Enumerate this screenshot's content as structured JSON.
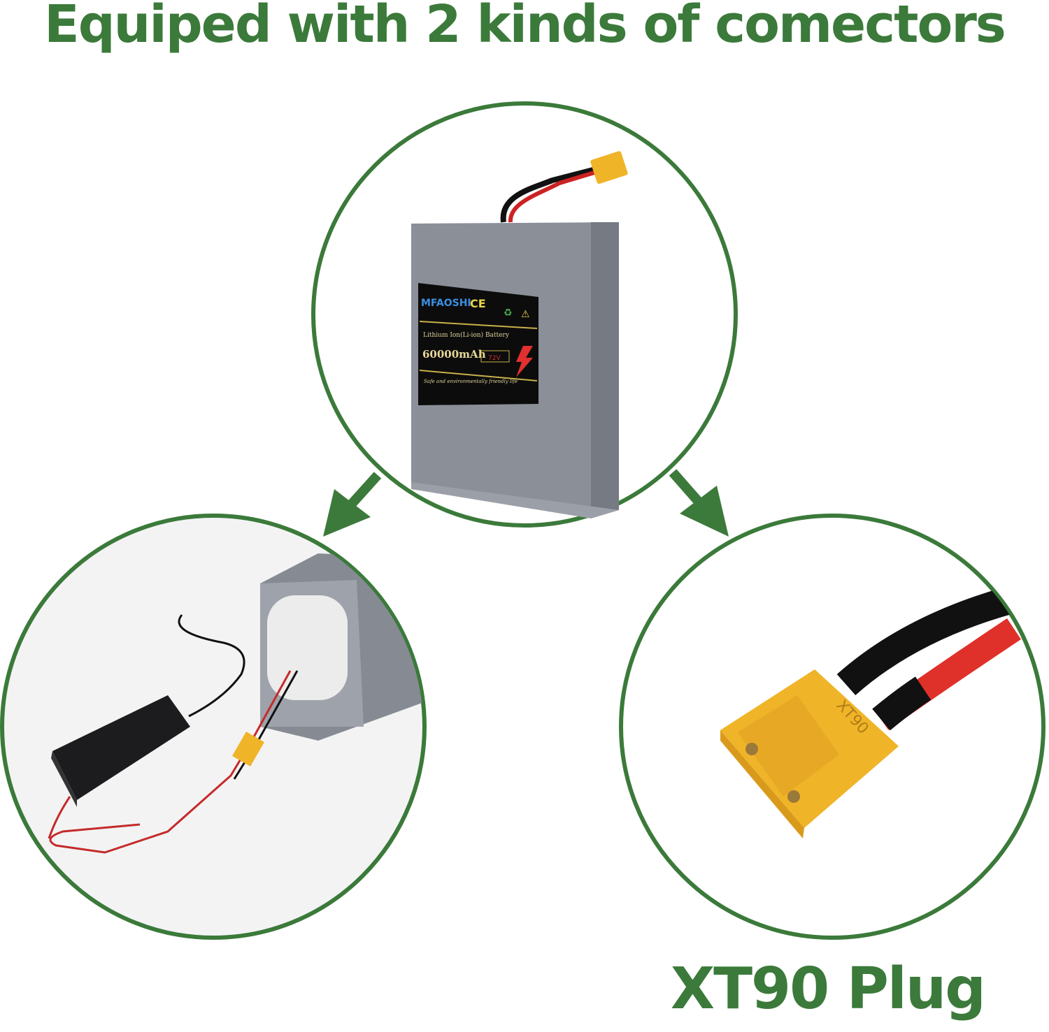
{
  "title": "Equiped with 2 kinds of comectors",
  "caption": "XT90 Plug",
  "colors": {
    "green": "#3b7a3a",
    "battery": "#8a8f98",
    "connector": "#f0b429",
    "wire_red": "#e0302a"
  },
  "battery_label": {
    "brand": "MFAOSHI",
    "marks": "CE",
    "type": "Lithium Ion(Li-ion) Battery",
    "capacity": "60000mAh",
    "voltage": "72V",
    "slogan": "Safe and environmentally friendly life"
  },
  "connector_label": "XT90"
}
